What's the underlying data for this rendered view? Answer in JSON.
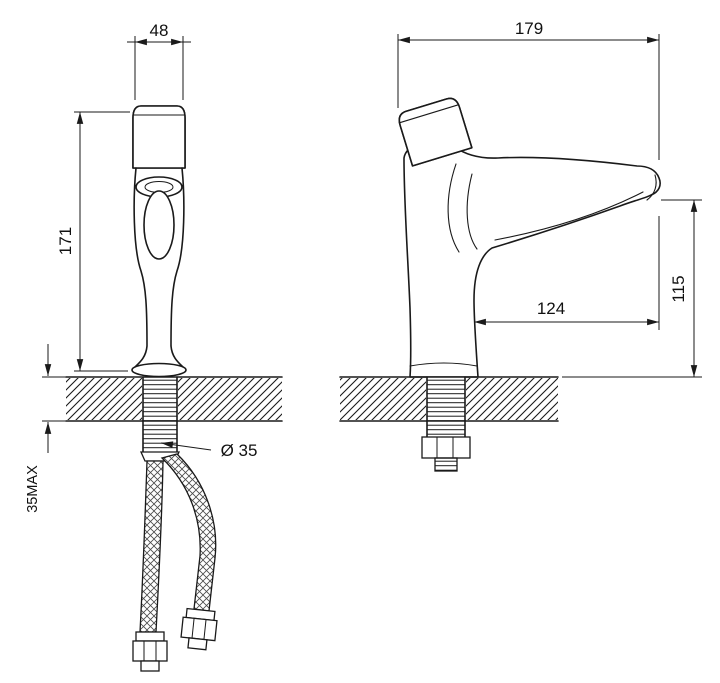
{
  "page": {
    "background": "#ffffff"
  },
  "drawing": {
    "line_color": "#1a1a1a",
    "type": "faucet installation dimension drawing",
    "front_view": {
      "width_dim": "48",
      "height_dim": "171",
      "deck_thickness_dim": "35MAX",
      "shank_diameter_dim": "Ø 35"
    },
    "side_view": {
      "length_dim": "179",
      "spout_reach_dim": "124",
      "spout_height_dim": "115"
    }
  }
}
